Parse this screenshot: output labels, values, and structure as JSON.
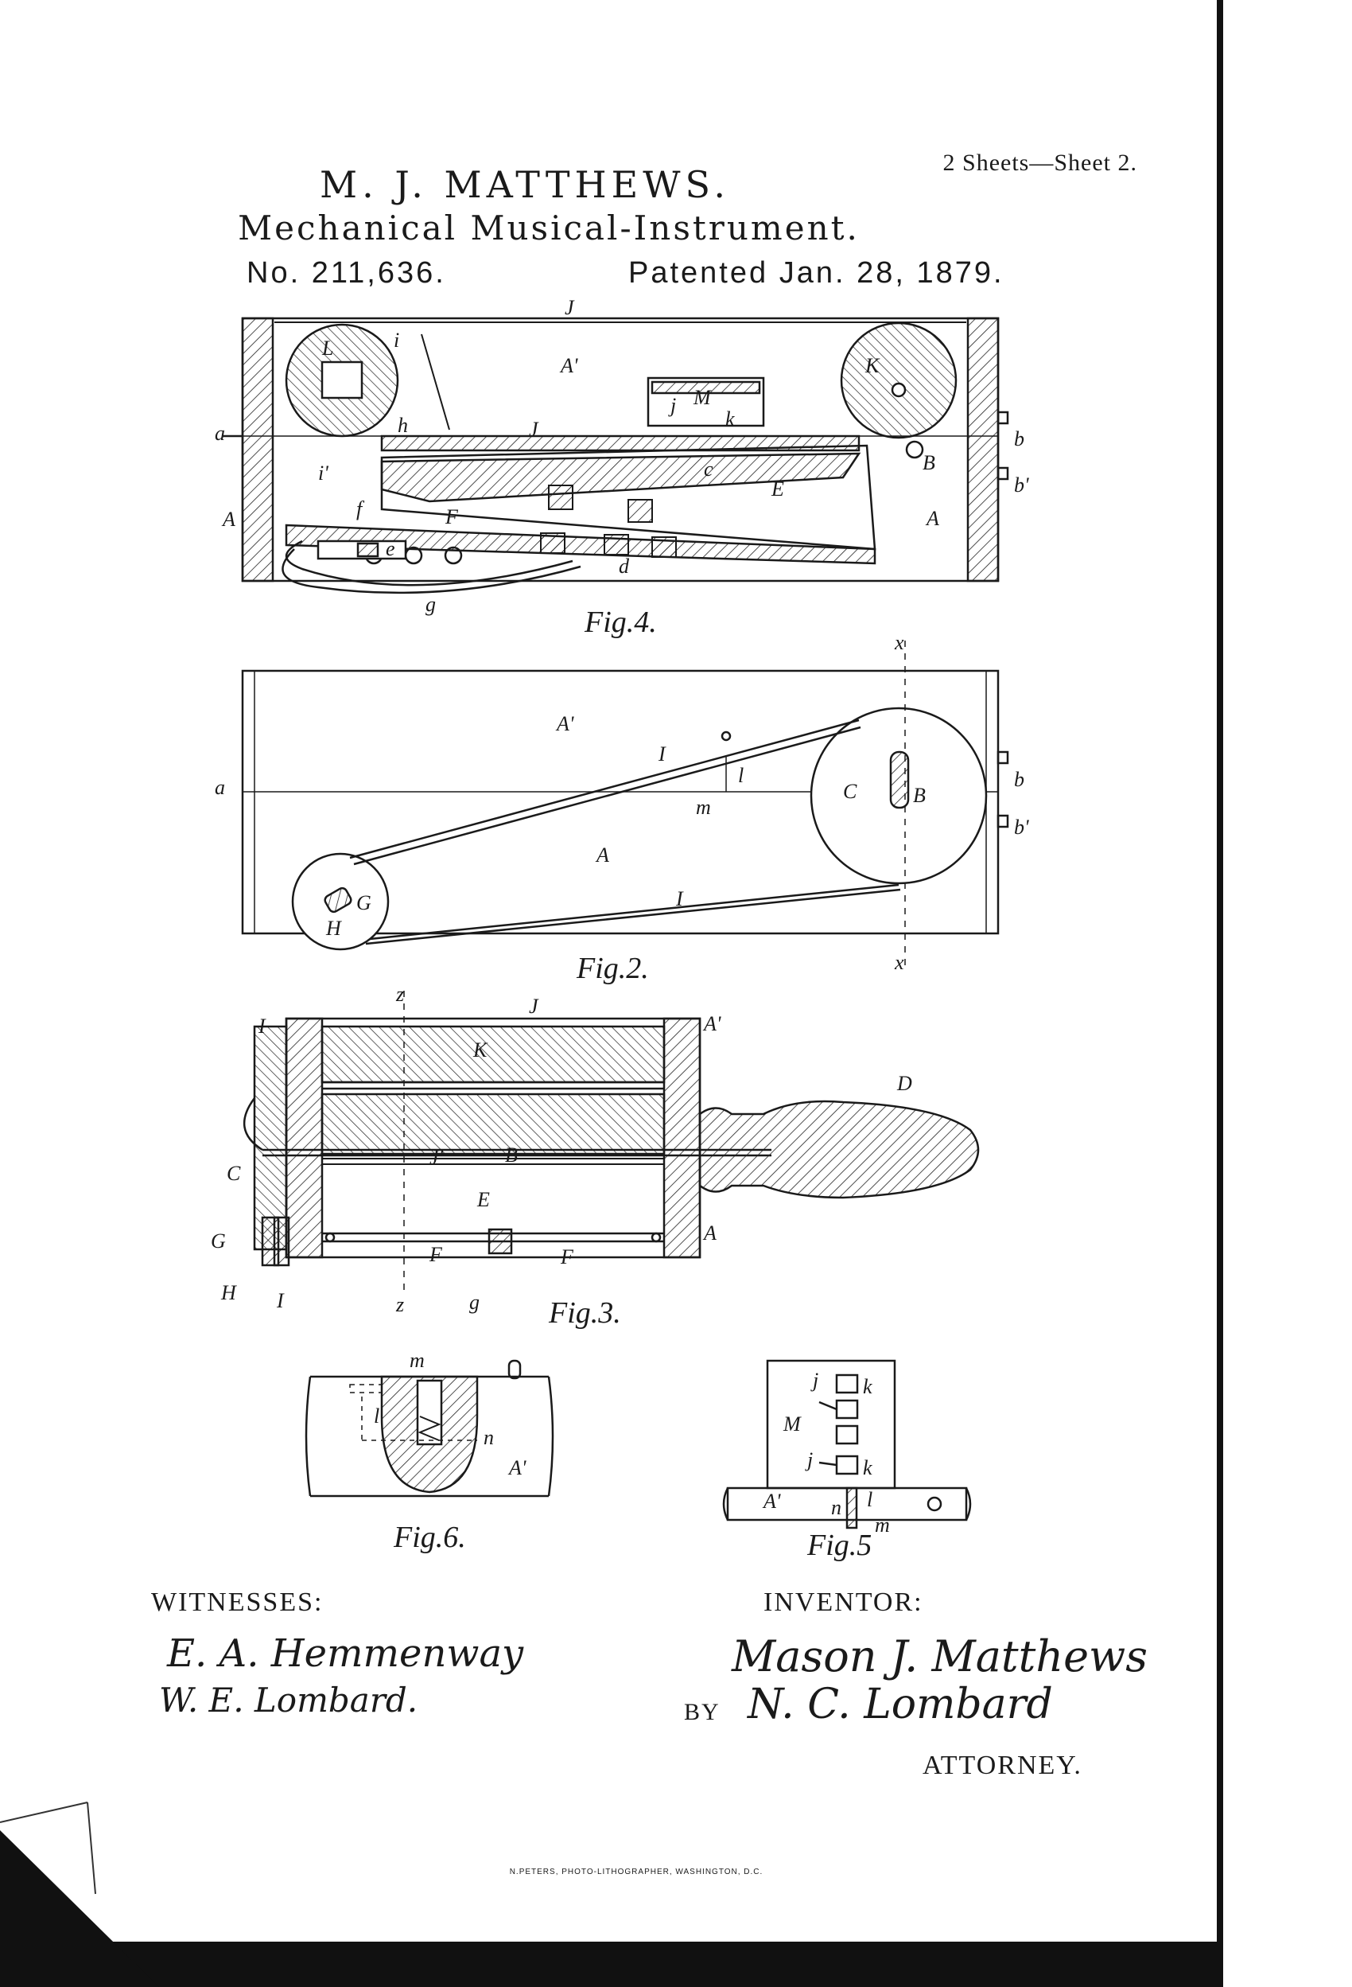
{
  "header": {
    "sheet_info": "2 Sheets—Sheet 2.",
    "inventor_name": "M. J. MATTHEWS.",
    "title": "Mechanical Musical-Instrument.",
    "patent_number": "No. 211,636.",
    "patent_date": "Patented Jan. 28, 1879."
  },
  "figures": {
    "fig4": {
      "caption": "Fig.4.",
      "labels": [
        "J",
        "L",
        "i",
        "A'",
        "M",
        "j",
        "k",
        "K",
        "a",
        "h",
        "J",
        "c",
        "B",
        "b",
        "b'",
        "i'",
        "E",
        "A",
        "F",
        "A",
        "f",
        "e",
        "d",
        "g"
      ]
    },
    "fig2": {
      "caption": "Fig.2.",
      "labels": [
        "x",
        "A'",
        "I",
        "l",
        "a",
        "m",
        "C",
        "B",
        "b",
        "b'",
        "A",
        "G",
        "H",
        "I",
        "x"
      ]
    },
    "fig3": {
      "caption": "Fig.3.",
      "labels": [
        "z",
        "J",
        "A'",
        "I",
        "K",
        "D",
        "C",
        "J'",
        "B",
        "E",
        "G",
        "A",
        "F",
        "F",
        "H",
        "I",
        "z",
        "g"
      ]
    },
    "fig6": {
      "caption": "Fig.6.",
      "labels": [
        "m",
        "l",
        "n",
        "A'"
      ]
    },
    "fig5": {
      "caption": "Fig.5",
      "labels": [
        "j",
        "k",
        "M",
        "j",
        "k",
        "A'",
        "n",
        "l",
        "m"
      ]
    }
  },
  "footer": {
    "witnesses_label": "WITNESSES:",
    "witness_1": "E. A. Hemmenway",
    "witness_2": "W. E. Lombard.",
    "inventor_label": "INVENTOR:",
    "inventor_signature": "Mason J. Matthews",
    "by_label": "BY",
    "attorney_signature": "N. C. Lombard",
    "attorney_label": "ATTORNEY.",
    "printer_credit": "N.PETERS, PHOTO-LITHOGRAPHER, WASHINGTON, D.C."
  }
}
